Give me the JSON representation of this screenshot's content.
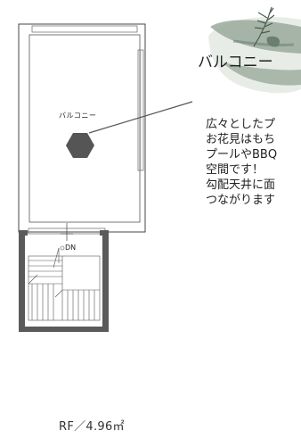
{
  "floor_plan": {
    "room_label": "バルコニー",
    "stair_label": "DN",
    "area_label": "RF／4.96㎡"
  },
  "callout": {
    "title": "バルコニー",
    "description_lines": [
      "広々としたプ",
      "お花見はもち",
      "プールやBBQ",
      "空間です！",
      "勾配天井に面",
      "つながります"
    ]
  },
  "colors": {
    "wall": "#5a5a5a",
    "hexagon": "#555555",
    "brush": "#8a9d8c",
    "line": "#333333"
  }
}
